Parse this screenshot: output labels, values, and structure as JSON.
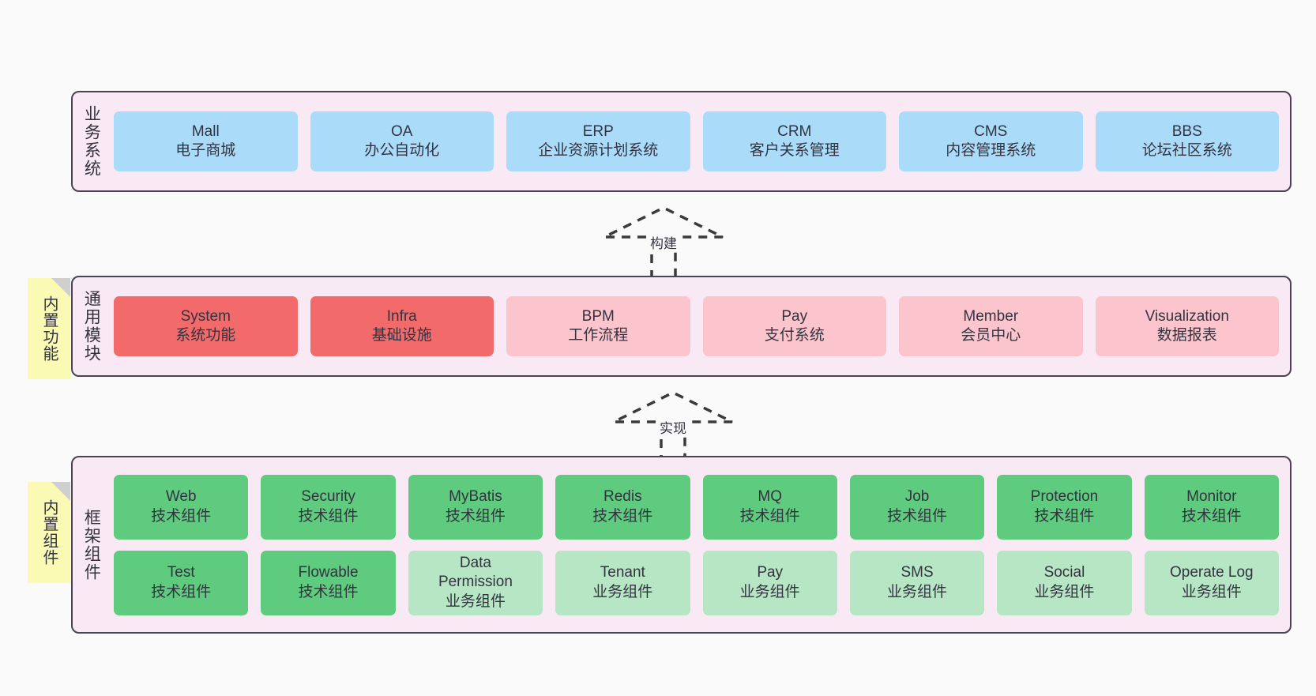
{
  "diagram": {
    "background_color": "#fafafa",
    "layer_fill": "#f8e9f4",
    "layer_border": "#4a4352",
    "note_fill": "#fbfab5",
    "colors": {
      "blue": "#aadcfa",
      "red": "#f26a6a",
      "pink": "#fcc5cd",
      "green": "#5ecb7e",
      "light_green": "#b6e6c3"
    }
  },
  "layers": [
    {
      "id": "business-systems",
      "title": "业务系统",
      "rows": [
        {
          "cards": [
            {
              "name": "Mall",
              "desc": "电子商城",
              "color": "blue"
            },
            {
              "name": "OA",
              "desc": "办公自动化",
              "color": "blue"
            },
            {
              "name": "ERP",
              "desc": "企业资源计划系统",
              "color": "blue"
            },
            {
              "name": "CRM",
              "desc": "客户关系管理",
              "color": "blue"
            },
            {
              "name": "CMS",
              "desc": "内容管理系统",
              "color": "blue"
            },
            {
              "name": "BBS",
              "desc": "论坛社区系统",
              "color": "blue"
            }
          ]
        }
      ]
    },
    {
      "id": "common-modules",
      "title": "通用模块",
      "note": "内置功能",
      "rows": [
        {
          "cards": [
            {
              "name": "System",
              "desc": "系统功能",
              "color": "red"
            },
            {
              "name": "Infra",
              "desc": "基础设施",
              "color": "red"
            },
            {
              "name": "BPM",
              "desc": "工作流程",
              "color": "pink"
            },
            {
              "name": "Pay",
              "desc": "支付系统",
              "color": "pink"
            },
            {
              "name": "Member",
              "desc": "会员中心",
              "color": "pink"
            },
            {
              "name": "Visualization",
              "desc": "数据报表",
              "color": "pink"
            }
          ]
        }
      ]
    },
    {
      "id": "framework-components",
      "title": "框架组件",
      "note": "内置组件",
      "rows": [
        {
          "cards": [
            {
              "name": "Web",
              "desc": "技术组件",
              "color": "green"
            },
            {
              "name": "Security",
              "desc": "技术组件",
              "color": "green"
            },
            {
              "name": "MyBatis",
              "desc": "技术组件",
              "color": "green"
            },
            {
              "name": "Redis",
              "desc": "技术组件",
              "color": "green"
            },
            {
              "name": "MQ",
              "desc": "技术组件",
              "color": "green"
            },
            {
              "name": "Job",
              "desc": "技术组件",
              "color": "green"
            },
            {
              "name": "Protection",
              "desc": "技术组件",
              "color": "green"
            },
            {
              "name": "Monitor",
              "desc": "技术组件",
              "color": "green"
            }
          ]
        },
        {
          "cards": [
            {
              "name": "Test",
              "desc": "技术组件",
              "color": "green"
            },
            {
              "name": "Flowable",
              "desc": "技术组件",
              "color": "green"
            },
            {
              "name": "Data",
              "name2": "Permission",
              "desc": "业务组件",
              "color": "light_green"
            },
            {
              "name": "Tenant",
              "desc": "业务组件",
              "color": "light_green"
            },
            {
              "name": "Pay",
              "desc": "业务组件",
              "color": "light_green"
            },
            {
              "name": "SMS",
              "desc": "业务组件",
              "color": "light_green"
            },
            {
              "name": "Social",
              "desc": "业务组件",
              "color": "light_green"
            },
            {
              "name": "Operate Log",
              "desc": "业务组件",
              "color": "light_green"
            }
          ]
        }
      ]
    }
  ],
  "connectors": [
    {
      "id": "build",
      "label": "构建",
      "from": "common-modules",
      "to": "business-systems"
    },
    {
      "id": "implement",
      "label": "实现",
      "from": "framework-components",
      "to": "common-modules"
    }
  ]
}
